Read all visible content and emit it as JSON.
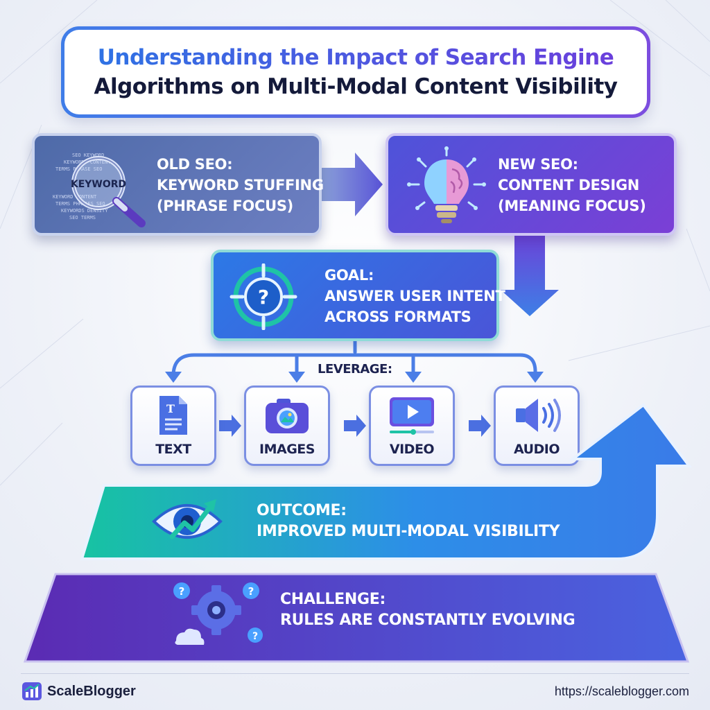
{
  "title": {
    "line1": "Understanding the Impact of Search Engine",
    "line2": "Algorithms on Multi-Modal Content Visibility"
  },
  "old_seo": {
    "line1": "OLD SEO:",
    "line2": "KEYWORD STUFFING",
    "line3": "(PHRASE FOCUS)",
    "icon_word": "KEYWORD"
  },
  "new_seo": {
    "line1": "NEW SEO:",
    "line2": "CONTENT DESIGN",
    "line3": "(MEANING FOCUS)"
  },
  "goal": {
    "line1": "GOAL:",
    "line2": "ANSWER USER INTENT",
    "line3": "ACROSS FORMATS"
  },
  "leverage_label": "LEVERAGE:",
  "formats": [
    {
      "label": "TEXT",
      "icon": "document-icon"
    },
    {
      "label": "IMAGES",
      "icon": "camera-icon"
    },
    {
      "label": "VIDEO",
      "icon": "video-player-icon"
    },
    {
      "label": "AUDIO",
      "icon": "speaker-icon"
    }
  ],
  "outcome": {
    "line1": "OUTCOME:",
    "line2": "IMPROVED MULTI-MODAL VISIBILITY"
  },
  "challenge": {
    "line1": "CHALLENGE:",
    "line2": "RULES ARE CONSTANTLY EVOLVING"
  },
  "footer": {
    "brand": "ScaleBlogger",
    "url": "https://scaleblogger.com"
  },
  "colors": {
    "blue": "#2f72e4",
    "purple": "#6a3fdc",
    "teal": "#1fc3a6",
    "navy": "#141a3a"
  }
}
